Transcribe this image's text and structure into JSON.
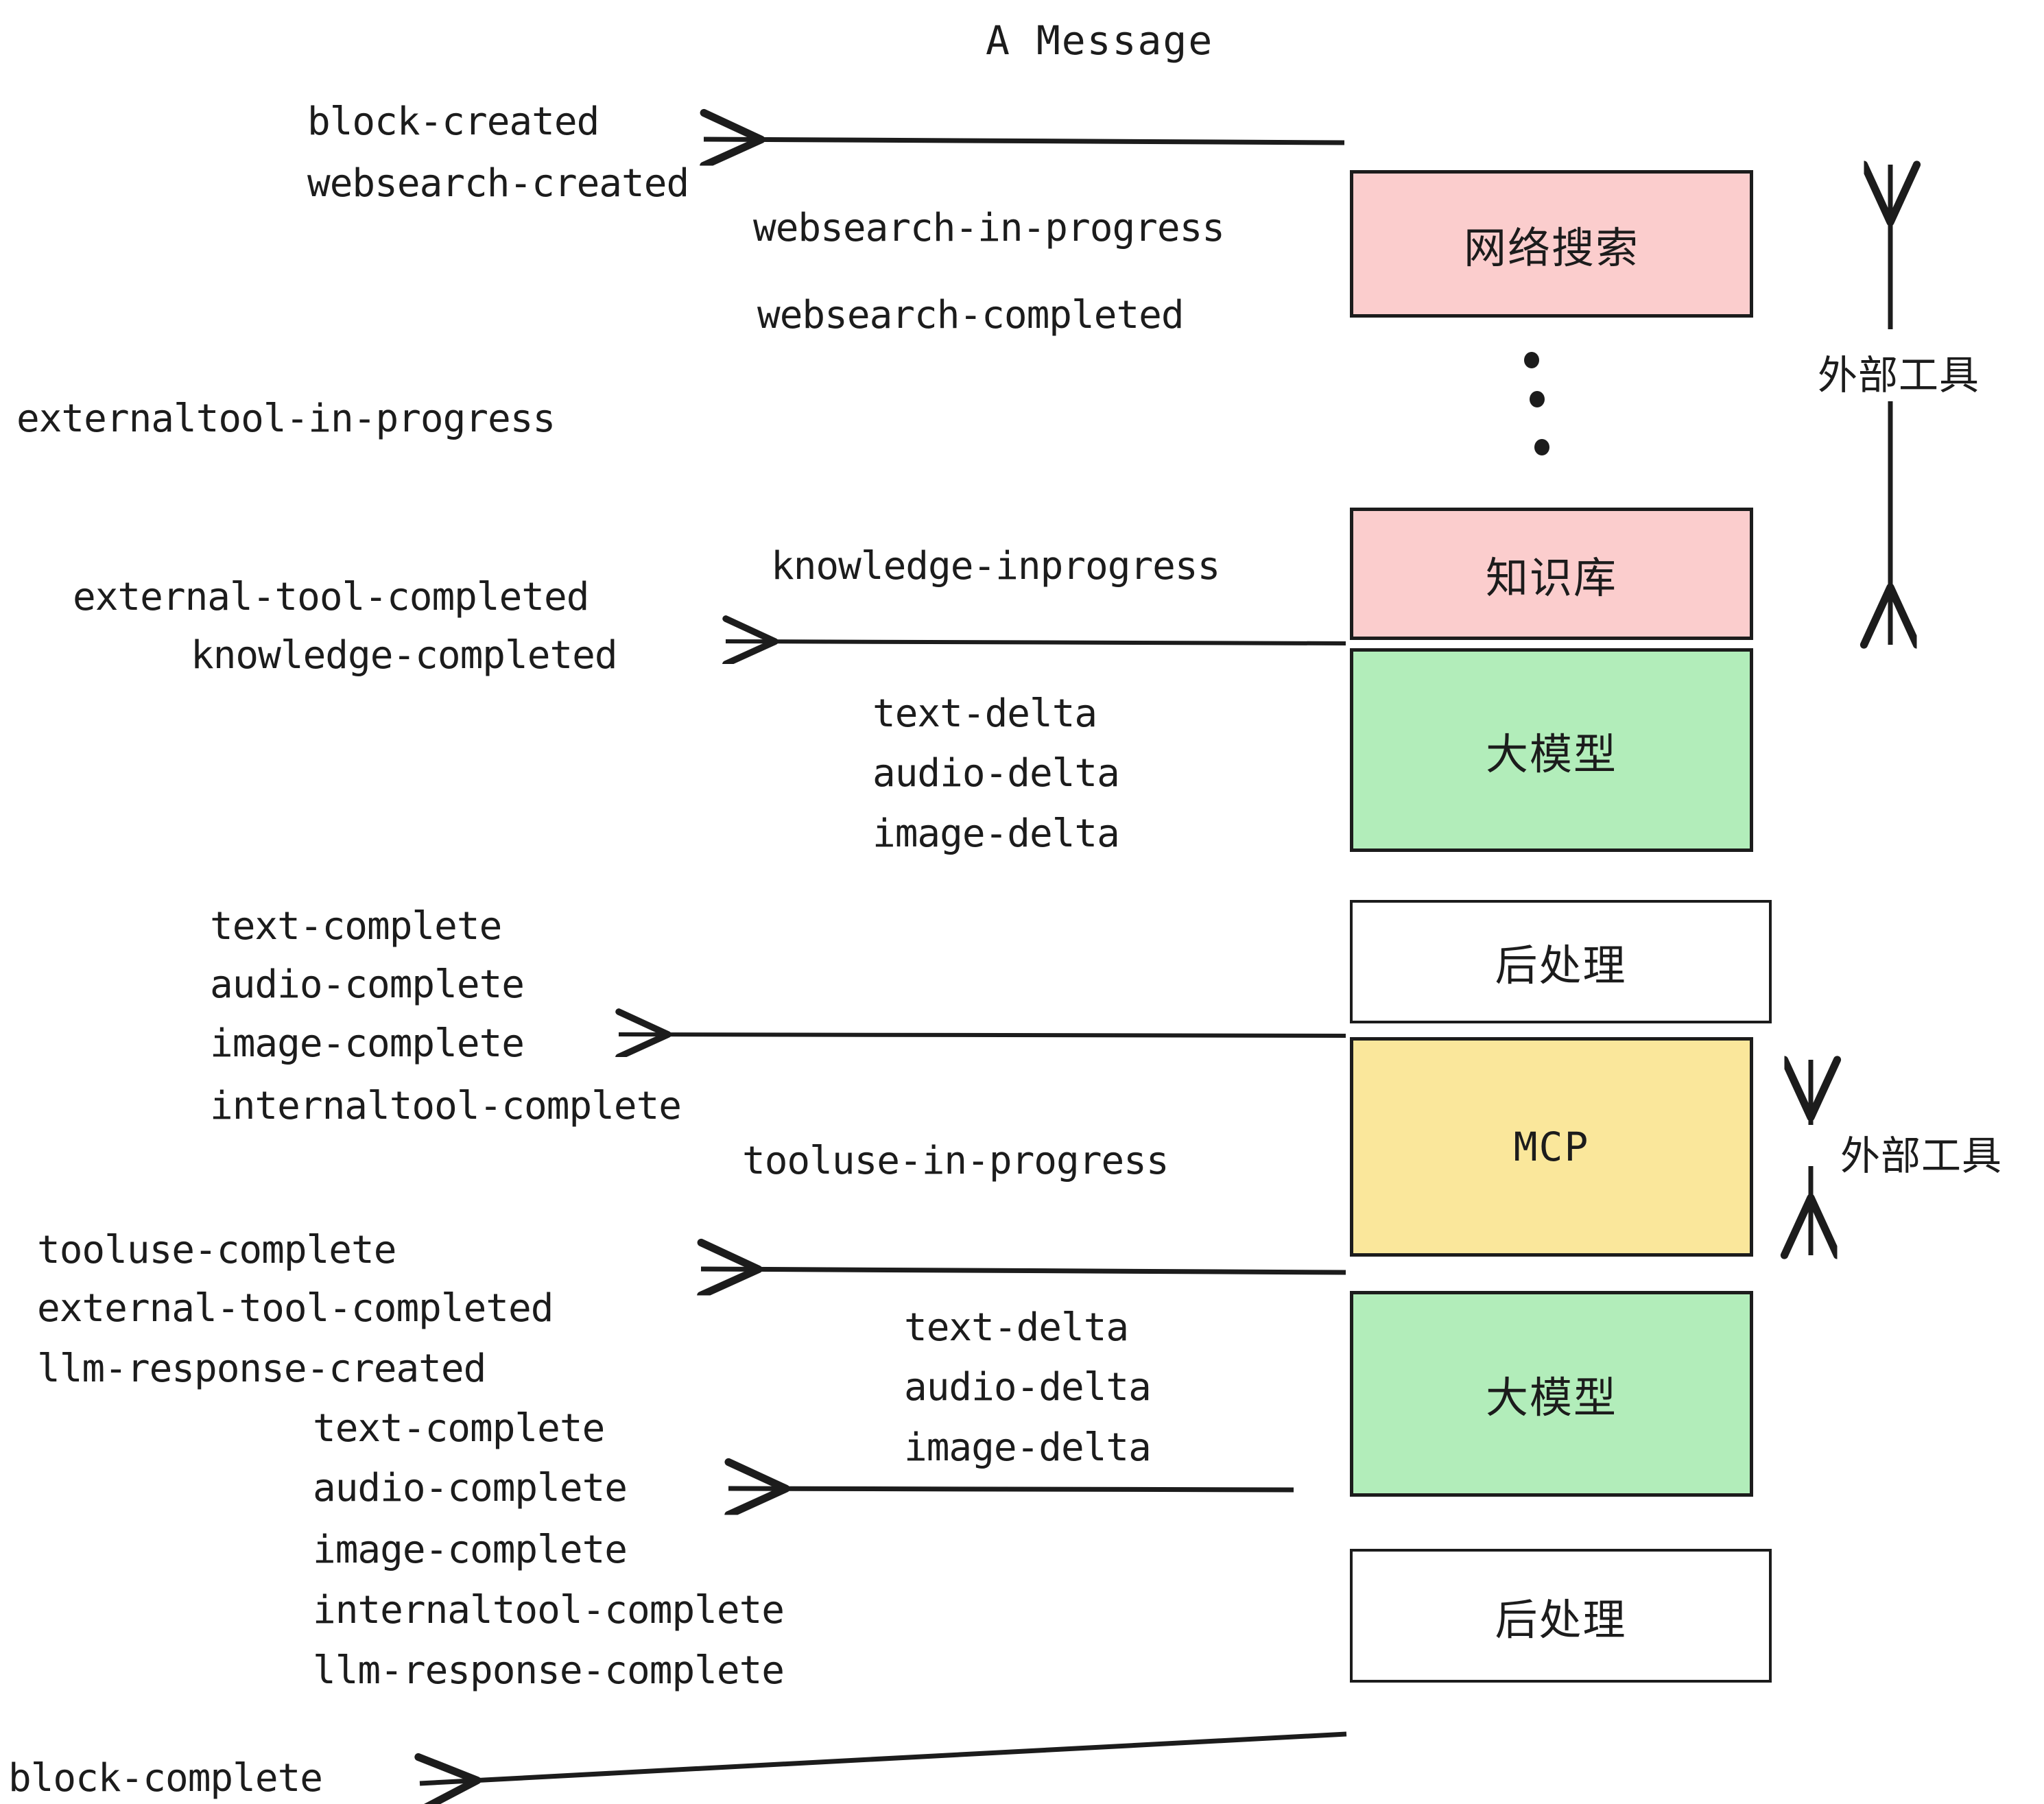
{
  "title": "A Message",
  "colors": {
    "pink": "#fbcdcd",
    "green": "#b2edba",
    "yellow": "#fae79b",
    "white": "#ffffff",
    "stroke": "#1c1c1c",
    "text": "#1c1c1c",
    "background": "#ffffff"
  },
  "boxes": [
    {
      "id": "websearch",
      "label": "网络搜索",
      "fill": "pink"
    },
    {
      "id": "knowledge",
      "label": "知识库",
      "fill": "pink"
    },
    {
      "id": "llm-1",
      "label": "大模型",
      "fill": "green"
    },
    {
      "id": "postprocess-1",
      "label": "后处理",
      "fill": "white"
    },
    {
      "id": "mcp",
      "label": "MCP",
      "fill": "yellow"
    },
    {
      "id": "llm-2",
      "label": "大模型",
      "fill": "green"
    },
    {
      "id": "postprocess-2",
      "label": "后处理",
      "fill": "white"
    }
  ],
  "side_brackets": [
    {
      "id": "external-tools-top",
      "label": "外部工具"
    },
    {
      "id": "external-tools-bottom",
      "label": "外部工具"
    }
  ],
  "events": {
    "block_created": "block-created",
    "websearch_created": "websearch-created",
    "websearch_in_progress": "websearch-in-progress",
    "websearch_completed": "websearch-completed",
    "externaltool_in_progress": "externaltool-in-progress",
    "knowledge_inprogress": "knowledge-inprogress",
    "external_tool_completed_1": "external-tool-completed",
    "knowledge_completed": "knowledge-completed",
    "text_delta_1": "text-delta",
    "audio_delta_1": "audio-delta",
    "image_delta_1": "image-delta",
    "text_complete_1": "text-complete",
    "audio_complete_1": "audio-complete",
    "image_complete_1": "image-complete",
    "internaltool_complete_1": "internaltool-complete",
    "tooluse_in_progress": "tooluse-in-progress",
    "tooluse_complete": "tooluse-complete",
    "external_tool_completed_2": "external-tool-completed",
    "llm_response_created": "llm-response-created",
    "text_delta_2": "text-delta",
    "audio_delta_2": "audio-delta",
    "image_delta_2": "image-delta",
    "text_complete_2": "text-complete",
    "audio_complete_2": "audio-complete",
    "image_complete_2": "image-complete",
    "internaltool_complete_2": "internaltool-complete",
    "llm_response_complete": "llm-response-complete",
    "block_complete": "block-complete"
  }
}
